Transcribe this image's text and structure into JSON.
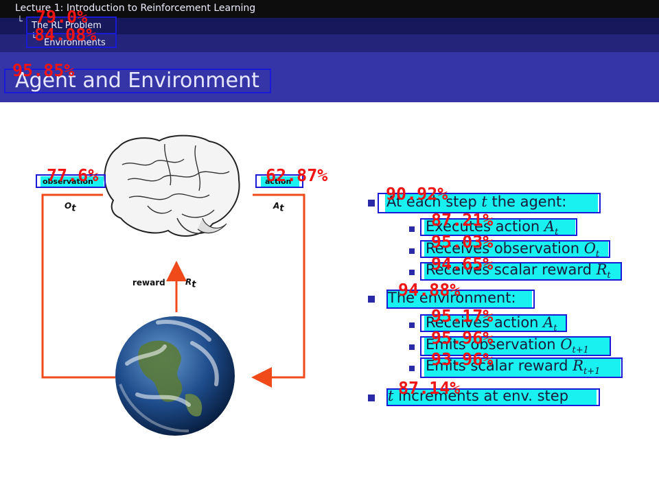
{
  "header": {
    "lecture": "Lecture 1: Introduction to Reinforcement Learning",
    "section": "The RL Problem",
    "subsection": "Environments",
    "arrow": "└"
  },
  "slide": {
    "title": "Agent and Environment"
  },
  "diagram": {
    "observation_label": "observation",
    "observation_symbol": "O",
    "observation_sub": "t",
    "action_label": "action",
    "action_symbol": "A",
    "action_sub": "t",
    "reward_label": "reward",
    "reward_symbol": "R",
    "reward_sub": "t",
    "brain_icon": "brain-icon",
    "earth_icon": "earth-icon"
  },
  "bullets": [
    {
      "pre": "At each step ",
      "var": "t",
      "post": " the agent:"
    },
    {
      "pre": "Executes action ",
      "var": "A",
      "sub": "t"
    },
    {
      "pre": "Receives observation ",
      "var": "O",
      "sub": "t"
    },
    {
      "pre": "Receives scalar reward ",
      "var": "R",
      "sub": "t"
    },
    {
      "pre": "The environment:"
    },
    {
      "pre": "Receives action ",
      "var": "A",
      "sub": "t"
    },
    {
      "pre": "Emits observation ",
      "var": "O",
      "sub": "t+1"
    },
    {
      "pre": "Emits scalar reward ",
      "var": "R",
      "sub": "t+1"
    },
    {
      "lead": "t",
      "post": " increments at env. step"
    }
  ],
  "confidences": {
    "lecture": "79.0%",
    "section": "84.08%",
    "title": "95.85%",
    "observation": "77.6%",
    "action": "62.87%",
    "b0": "90.92%",
    "b1": "87.21%",
    "b2": "95.03%",
    "b3": "94.65%",
    "b4": "94.88%",
    "b5": "95.17%",
    "b6": "95.96%",
    "b7": "93.96%",
    "b8": "87.14%"
  },
  "colors": {
    "highlight": "#19f0f0",
    "box": "#1a1ad6",
    "confidence": "#f01414",
    "arrow": "#f04a1a",
    "bullet": "#2a2aa8"
  }
}
